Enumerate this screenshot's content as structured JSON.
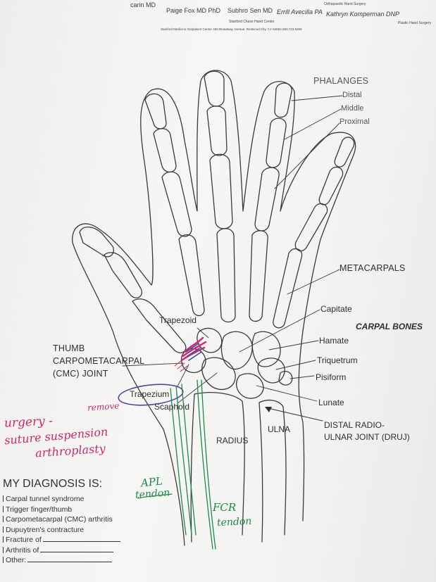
{
  "header": {
    "names_line": [
      "Paige Fox MD PhD",
      "Subhro Sen MD",
      "Errill Avecilla PA",
      "Kathryn Komperman DNP",
      "Plastic Hand Surgery"
    ],
    "partial_left": "carin MD",
    "subline": "Stanford Chase Hand Center",
    "address": "Stanford Medicine Outpatient Center 450 Broadway Avenue, Redwood City, CA 94063 650.723.5256",
    "top_right_small": "Orthopaedic Hand Surgery"
  },
  "labels": {
    "phalanges": "PHALANGES",
    "distal": "Distal",
    "middle": "Middle",
    "proximal": "Proximal",
    "metacarpals": "METACARPALS",
    "capitate": "Capitate",
    "carpal_bones": "CARPAL BONES",
    "hamate": "Hamate",
    "triquetrum": "Triquetrum",
    "pisiform": "Pisiform",
    "lunate": "Lunate",
    "trapezoid": "Trapezoid",
    "thumb_cmc_line1": "THUMB",
    "thumb_cmc_line2": "CARPOMETACARPAL",
    "thumb_cmc_line3": "(CMC) JOINT",
    "trapezium": "Trapezium",
    "scaphoid": "Scaphoid",
    "radius": "RADIUS",
    "ulna": "ULNA",
    "druj_line1": "DISTAL RADIO-",
    "druj_line2": "ULNAR JOINT (DRUJ)"
  },
  "handwriting": {
    "trapezium_note": "remove",
    "surgery_line1": "urgery -",
    "surgery_line2": "suture suspension",
    "surgery_line3": "arthroplasty",
    "apl_line1": "APL",
    "apl_line2": "tendon",
    "fcr_line1": "FCR",
    "fcr_line2": "tendon"
  },
  "diagnosis": {
    "title": "MY DIAGNOSIS IS:",
    "items": [
      "Carpal tunnel syndrome",
      "Trigger finger/thumb",
      "Carpometacarpal (CMC) arthritis",
      "Dupuytren's contracture",
      "Fracture of",
      "Arthritis of",
      "Other:"
    ]
  },
  "colors": {
    "pink_ink": "#d6246b",
    "green_ink": "#1d8a4a",
    "blue_ink": "#2a4fb8",
    "purple_ink": "#5b3fa6",
    "print": "#2e2e2e"
  }
}
